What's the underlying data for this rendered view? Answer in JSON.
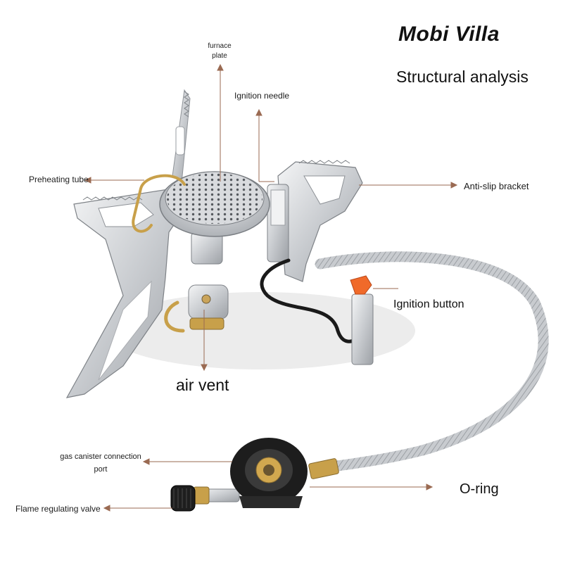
{
  "brand": "Mobi Villa",
  "subtitle": "Structural analysis",
  "labels": {
    "furnace_plate": "furnace plate",
    "ignition_needle": "Ignition needle",
    "preheating_tube": "Preheating tube",
    "anti_slip_bracket": "Anti-slip bracket",
    "ignition_button": "Ignition button",
    "air_vent": "air vent",
    "gas_canister_port": "gas canister connection port",
    "o_ring": "O-ring",
    "flame_valve": "Flame regulating valve"
  },
  "colors": {
    "pointer": "#9a6a52",
    "steel": "#cfd2d6",
    "brass": "#c8a04a",
    "ignition_orange": "#f06a2a"
  }
}
